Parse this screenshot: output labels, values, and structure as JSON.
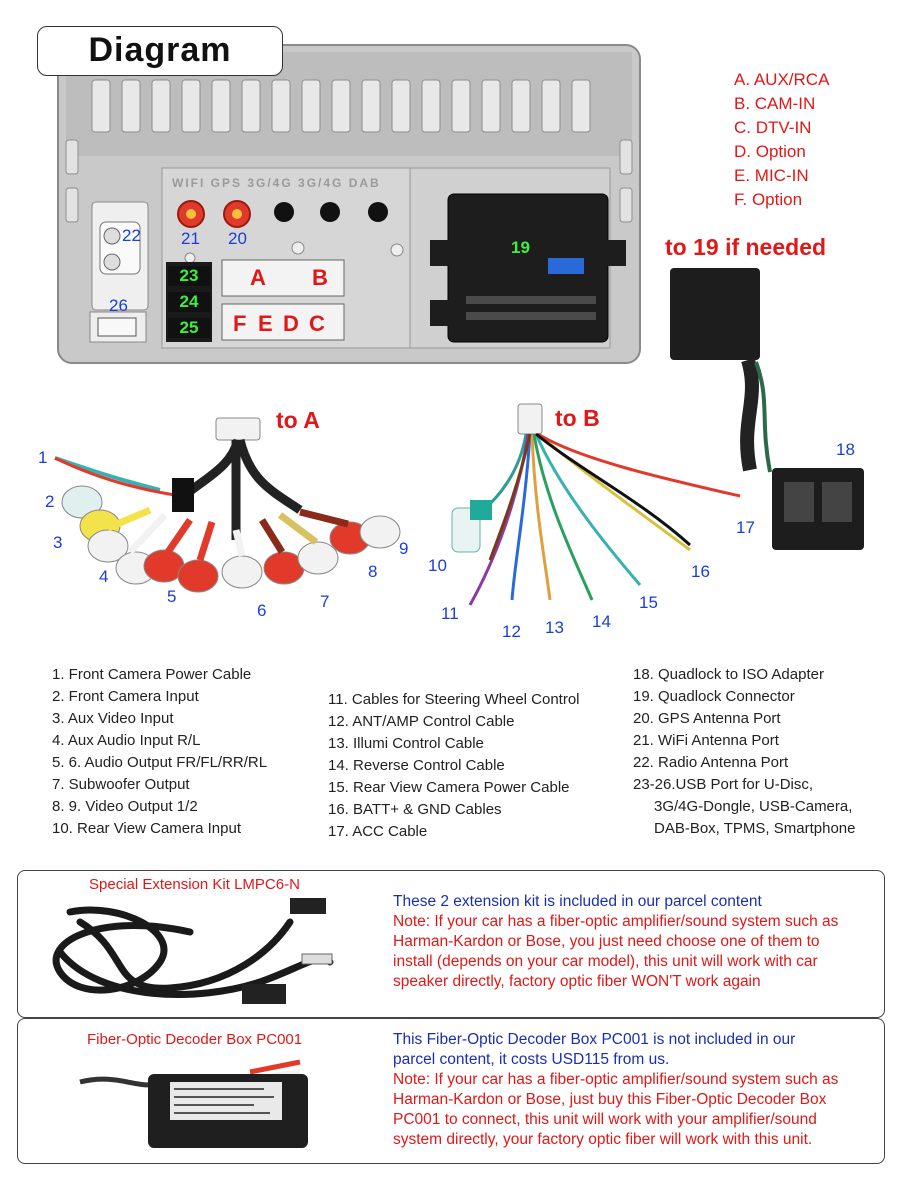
{
  "header": {
    "title": "Diagram"
  },
  "ports_legend": [
    "A. AUX/RCA",
    "B. CAM-IN",
    "C. DTV-IN",
    "D. Option",
    "E. MIC-IN",
    "F. Option"
  ],
  "labels": {
    "to19": "to 19 if needed",
    "toA": "to A",
    "toB": "to B"
  },
  "unit": {
    "port_text": "WIFI  GPS  3G/4G 3G/4G DAB",
    "n22": "22",
    "n21": "21",
    "n20": "20",
    "n26": "26",
    "n19": "19",
    "usb": [
      "23",
      "24",
      "25"
    ],
    "connA": "A",
    "connB": "B",
    "connF": "F",
    "connE": "E",
    "connD": "D",
    "connC": "C"
  },
  "wire_numbers": {
    "n1": "1",
    "n2": "2",
    "n3": "3",
    "n4": "4",
    "n5": "5",
    "n6": "6",
    "n7": "7",
    "n8": "8",
    "n9": "9",
    "n10": "10",
    "n11": "11",
    "n12": "12",
    "n13": "13",
    "n14": "14",
    "n15": "15",
    "n16": "16",
    "n17": "17",
    "n18": "18"
  },
  "descriptions": {
    "col1": [
      "1. Front Camera Power Cable",
      "2. Front Camera Input",
      "3. Aux Video Input",
      "4. Aux Audio Input R/L",
      "5. 6. Audio Output FR/FL/RR/RL",
      "7. Subwoofer Output",
      "8. 9. Video Output 1/2",
      "10. Rear View Camera Input"
    ],
    "col2": [
      "11. Cables for Steering Wheel Control",
      "12. ANT/AMP Control Cable",
      "13. Illumi Control Cable",
      "14. Reverse Control Cable",
      "15. Rear View Camera Power Cable",
      "16. BATT+ & GND Cables",
      "17. ACC Cable"
    ],
    "col3": [
      "18. Quadlock to ISO Adapter",
      "19. Quadlock Connector",
      "20. GPS Antenna Port",
      "21. WiFi Antenna Port",
      "22. Radio Antenna Port",
      "23-26.USB Port for U-Disc,",
      "3G/4G-Dongle, USB-Camera,",
      "DAB-Box, TPMS, Smartphone"
    ]
  },
  "kit1": {
    "title": "Special Extension Kit LMPC6-N",
    "blue": "These 2 extension kit is included in our parcel content",
    "red": [
      "Note: If your car has a fiber-optic amplifier/sound system such as",
      "Harman-Kardon or Bose, you just need choose one of them to",
      "install (depends on your car model), this unit will work with car",
      "speaker directly, factory optic fiber WON'T work again"
    ]
  },
  "kit2": {
    "title": "Fiber-Optic Decoder Box  PC001",
    "blue": [
      "This Fiber-Optic Decoder Box  PC001 is not included in our",
      "parcel content, it costs USD115 from us."
    ],
    "red": [
      "Note: If your car has a fiber-optic amplifier/sound system such as",
      "Harman-Kardon or Bose, just buy this Fiber-Optic Decoder Box",
      "PC001 to connect, this unit will work with your amplifier/sound",
      "system directly, your factory optic fiber will work with this unit."
    ]
  },
  "colors": {
    "red": "#e01818",
    "blue": "#1a3fd6",
    "usb_green": "#3ef03e"
  }
}
